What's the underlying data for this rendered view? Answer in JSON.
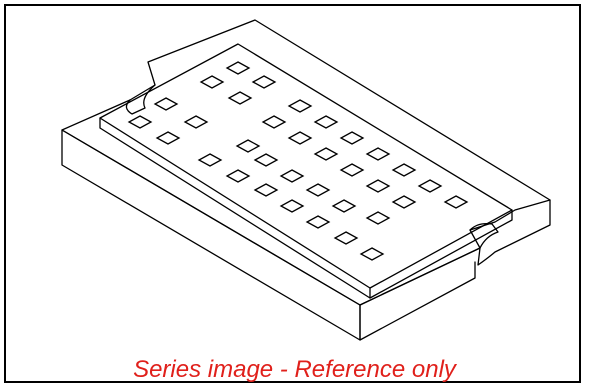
{
  "caption": {
    "text": "Series image - Reference only",
    "color": "#e0201b"
  },
  "drawing": {
    "subject": "component-isometric-line-drawing",
    "line_color": "#000000",
    "contacts": {
      "count": 34
    }
  }
}
